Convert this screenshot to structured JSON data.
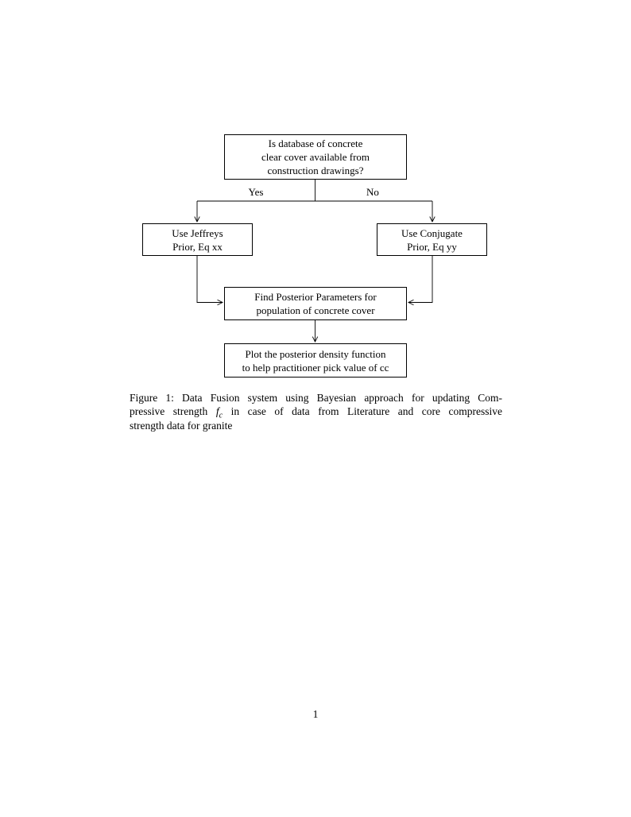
{
  "flowchart": {
    "decision": {
      "lines": [
        "Is database of concrete",
        "clear cover available from",
        "construction drawings?"
      ]
    },
    "branch_yes_label": "Yes",
    "branch_no_label": "No",
    "jeffreys": {
      "lines": [
        "Use Jeffreys",
        "Prior, Eq xx"
      ]
    },
    "conjugate": {
      "lines": [
        "Use Conjugate",
        "Prior, Eq yy"
      ]
    },
    "posterior": {
      "lines": [
        "Find Posterior Parameters for",
        "population of concrete cover"
      ]
    },
    "plot": {
      "lines": [
        "Plot the posterior density function",
        "to help practitioner pick value of cc"
      ]
    }
  },
  "caption": {
    "line1": "Figure 1: Data Fusion system using Bayesian approach for updating Com-",
    "line2_before": "pressive strength",
    "math_symbol": "f",
    "math_subscript": "c",
    "line2_after": "in case of data from Literature and core compressive",
    "line3": "strength data for granite"
  },
  "page_number": "1",
  "colors": {
    "background": "#ffffff",
    "text": "#000000",
    "box_border": "#000000",
    "connector_line": "#000000"
  }
}
